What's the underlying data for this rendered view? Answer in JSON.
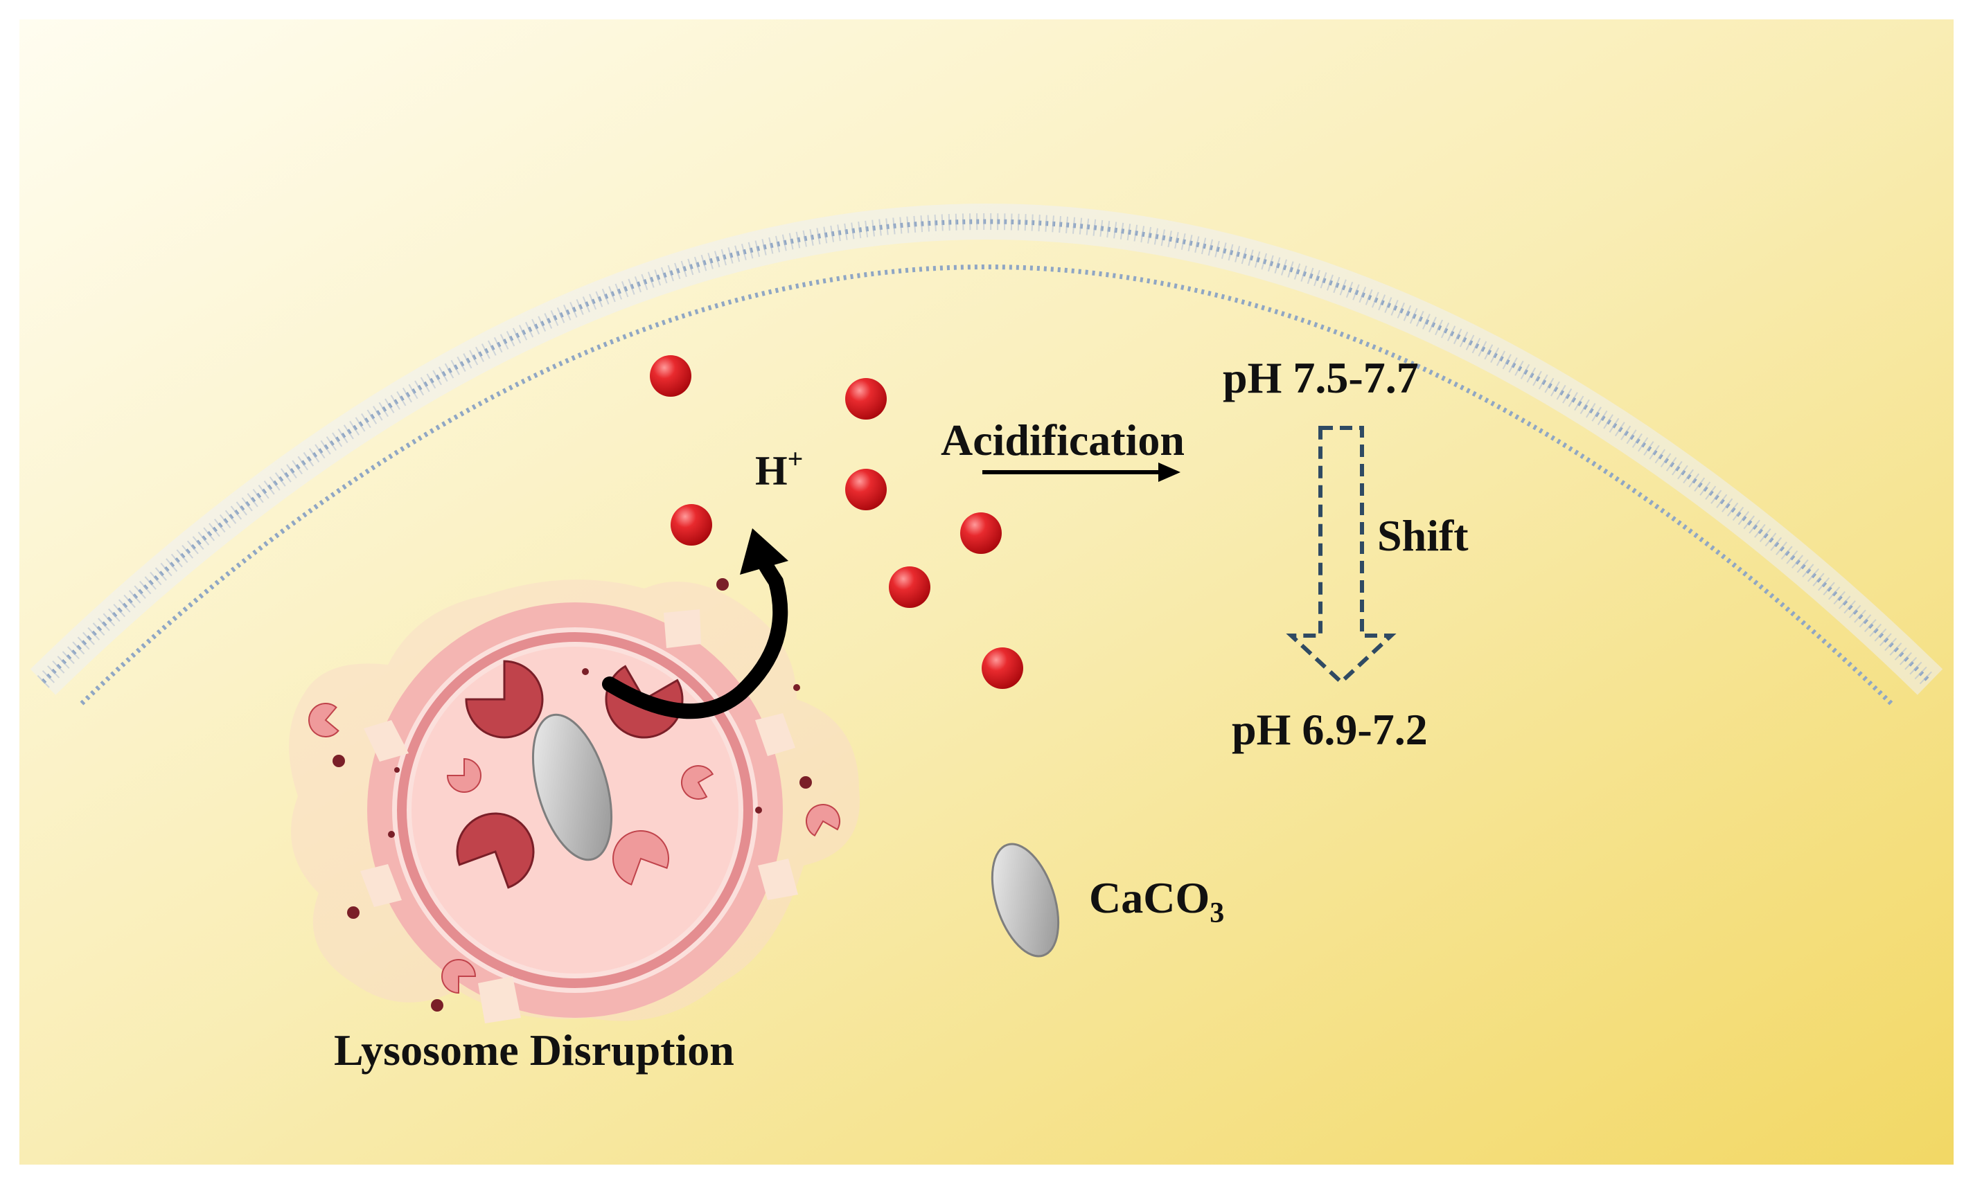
{
  "labels": {
    "proton": "H",
    "proton_charge": "+",
    "acidification": "Acidification",
    "ph_before": "pH 7.5-7.7",
    "shift": "Shift",
    "ph_after": "pH 6.9-7.2",
    "caco3_main": "CaCO",
    "caco3_sub": "3",
    "lysosome": "Lysosome Disruption"
  },
  "colors": {
    "background_light": "#fffdf0",
    "background_mid": "#f9edb4",
    "background_deep": "#f2d865",
    "membrane": "#8fa6c4",
    "proton_ball": "#e0161e",
    "lysosome_outer": "#e0898c",
    "lysosome_inner": "#f7c3c0",
    "enzyme_dark": "#c0434b",
    "enzyme_light": "#ef9a9b",
    "particle": "#7a1f28",
    "caco3_particle": "#c8c8c8",
    "shift_arrow": "#2f4a63",
    "text": "#111111"
  },
  "icons": {
    "proton": "red-sphere-icon",
    "caco3": "grey-ellipsoid-icon",
    "release": "curved-black-arrow-icon",
    "acidification": "right-arrow-icon",
    "shift": "dashed-down-arrow-icon"
  }
}
